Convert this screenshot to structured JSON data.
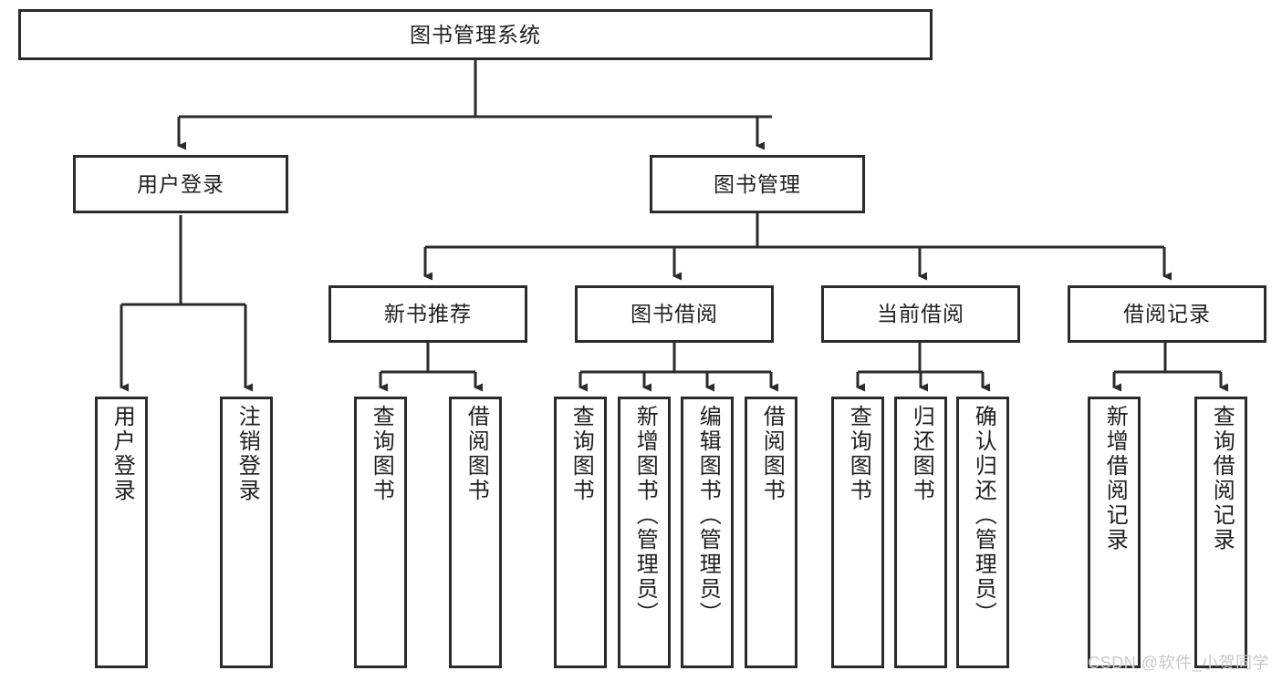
{
  "diagram": {
    "title": "图书管理系统",
    "type": "tree",
    "root": {
      "id": "root",
      "label": "图书管理系统"
    },
    "level2": [
      {
        "id": "user-login",
        "label": "用户登录"
      },
      {
        "id": "book-management",
        "label": "图书管理"
      }
    ],
    "level3": [
      {
        "id": "new-book-recommend",
        "label": "新书推荐",
        "parent": "book-management"
      },
      {
        "id": "book-borrow",
        "label": "图书借阅",
        "parent": "book-management"
      },
      {
        "id": "current-borrow",
        "label": "当前借阅",
        "parent": "book-management"
      },
      {
        "id": "borrow-record",
        "label": "借阅记录",
        "parent": "book-management"
      }
    ],
    "leaves": [
      {
        "id": "leaf-user-login",
        "label": "用户登录",
        "parent": "user-login"
      },
      {
        "id": "leaf-logout-login",
        "label": "注销登录",
        "parent": "user-login"
      },
      {
        "id": "leaf-query-book-1",
        "label": "查询图书",
        "parent": "new-book-recommend"
      },
      {
        "id": "leaf-borrow-book-1",
        "label": "借阅图书",
        "parent": "new-book-recommend"
      },
      {
        "id": "leaf-query-book-2",
        "label": "查询图书",
        "parent": "book-borrow"
      },
      {
        "id": "leaf-add-book",
        "label": "新增图书（管理员）",
        "parent": "book-borrow"
      },
      {
        "id": "leaf-edit-book",
        "label": "编辑图书（管理员）",
        "parent": "book-borrow"
      },
      {
        "id": "leaf-borrow-book-2",
        "label": "借阅图书",
        "parent": "book-borrow"
      },
      {
        "id": "leaf-query-book-3",
        "label": "查询图书",
        "parent": "current-borrow"
      },
      {
        "id": "leaf-return-book",
        "label": "归还图书",
        "parent": "current-borrow"
      },
      {
        "id": "leaf-confirm-return",
        "label": "确认归还（管理员）",
        "parent": "current-borrow"
      },
      {
        "id": "leaf-add-record",
        "label": "新增借阅记录",
        "parent": "borrow-record"
      },
      {
        "id": "leaf-query-record",
        "label": "查询借阅记录",
        "parent": "borrow-record"
      }
    ]
  },
  "watermark": {
    "text": "CSDN @软件_小贺同学"
  },
  "colors": {
    "stroke": "#2b2b2b",
    "box_fill": "#ffffff",
    "text": "#202020",
    "watermark": "#c9c9c9",
    "background": "#ffffff"
  }
}
